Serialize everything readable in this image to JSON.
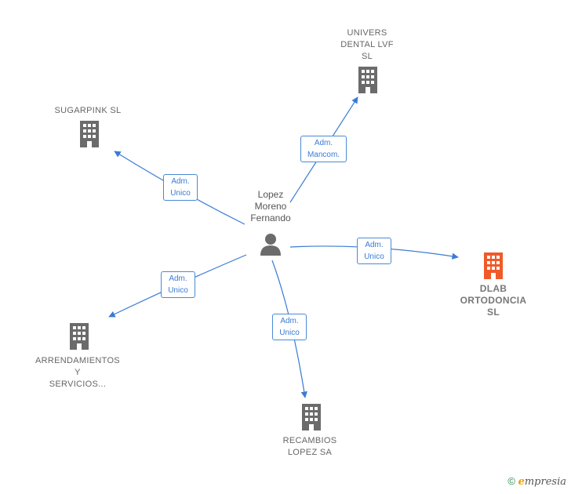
{
  "center_person": {
    "name": "Lopez\nMoreno\nFernando",
    "icon": "person-icon"
  },
  "companies": [
    {
      "id": "univers",
      "name": "UNIVERS\nDENTAL LVF\nSL",
      "icon": "building-icon",
      "color": "#6b6b6b"
    },
    {
      "id": "sugarpink",
      "name": "SUGARPINK SL",
      "icon": "building-icon",
      "color": "#6b6b6b"
    },
    {
      "id": "dlab",
      "name": "DLAB\nORTODONCIA\nSL",
      "icon": "building-icon",
      "color": "#f05a28",
      "highlight": true
    },
    {
      "id": "arrendamientos",
      "name": "ARRENDAMIENTOS\nY\nSERVICIOS...",
      "icon": "building-icon",
      "color": "#6b6b6b"
    },
    {
      "id": "recambios",
      "name": "RECAMBIOS\nLOPEZ SA",
      "icon": "building-icon",
      "color": "#6b6b6b"
    }
  ],
  "relations": [
    {
      "to": "univers",
      "label": "Adm.\nMancom."
    },
    {
      "to": "sugarpink",
      "label": "Adm.\nUnico"
    },
    {
      "to": "dlab",
      "label": "Adm.\nUnico"
    },
    {
      "to": "arrendamientos",
      "label": "Adm.\nUnico"
    },
    {
      "to": "recambios",
      "label": "Adm.\nUnico"
    }
  ],
  "footer": {
    "copyright": "©",
    "brand_initial": "e",
    "brand_rest": "mpresia"
  },
  "colors": {
    "edge": "#3a7bd5",
    "node": "#6b6b6b",
    "highlight": "#f05a28"
  }
}
